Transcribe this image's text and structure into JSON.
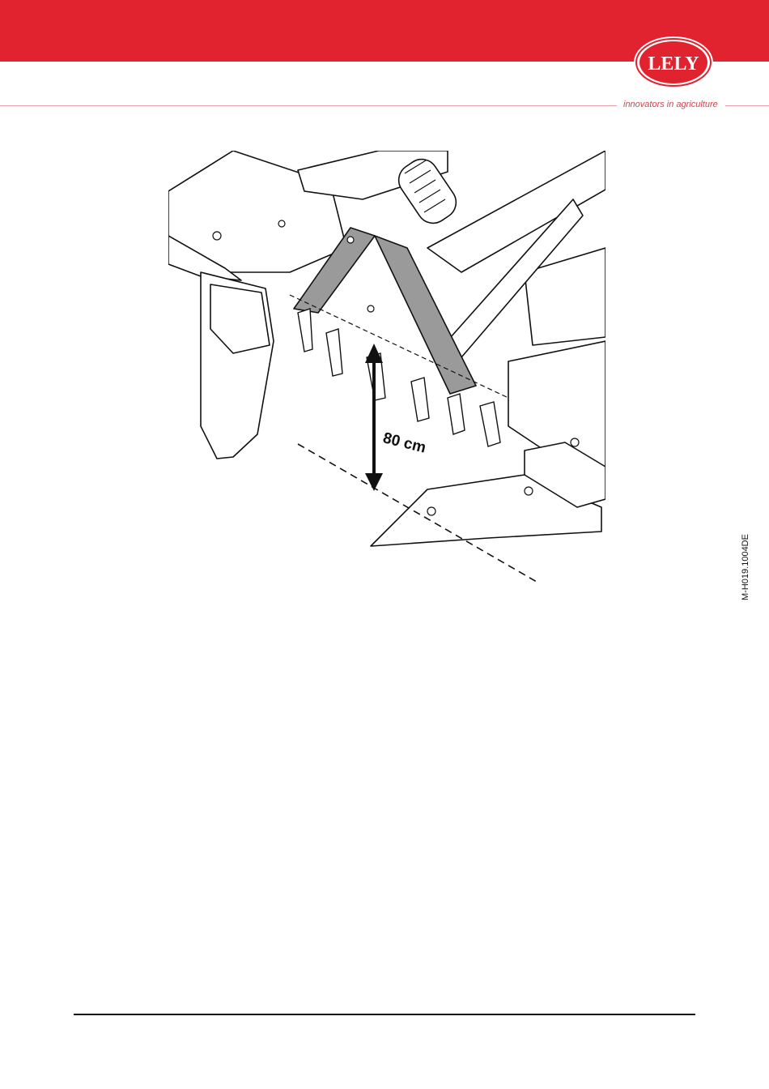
{
  "header": {
    "brand_color": "#e0232e",
    "logo_text": "LELY",
    "tagline": "innovators in agriculture"
  },
  "figure": {
    "dimension_label": "80 cm",
    "code": "M-H019.1004DE"
  }
}
